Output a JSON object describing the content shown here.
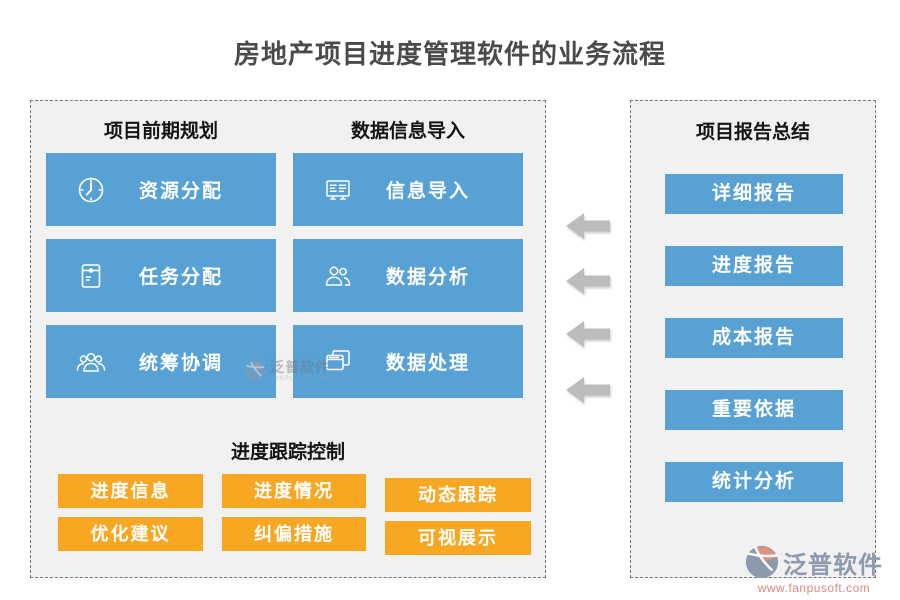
{
  "title": "房地产项目进度管理软件的业务流程",
  "colors": {
    "accent_blue": "#57A1D5",
    "accent_orange": "#F7A722",
    "arrow_gray": "#BCBCBC",
    "panel_bg": "#F1F1F1",
    "dashed_border": "#767676",
    "title_gray": "#4A4A4A",
    "logo_gray_blue": "#8C9AAC",
    "logo_salmon": "#DD9181",
    "url_red": "#D9867D"
  },
  "left_panel": {
    "columns": [
      {
        "header": "项目前期规划",
        "items": [
          {
            "label": "资源分配",
            "icon": "clock-icon"
          },
          {
            "label": "任务分配",
            "icon": "document-wallet-icon"
          },
          {
            "label": "统筹协调",
            "icon": "people-group-icon"
          }
        ]
      },
      {
        "header": "数据信息导入",
        "items": [
          {
            "label": "信息导入",
            "icon": "info-board-icon"
          },
          {
            "label": "数据分析",
            "icon": "two-users-icon"
          },
          {
            "label": "数据处理",
            "icon": "stacked-windows-icon"
          }
        ]
      }
    ],
    "tracking": {
      "header": "进度跟踪控制",
      "buttons": [
        "进度信息",
        "进度情况",
        "动态跟踪",
        "优化建议",
        "纠偏措施",
        "可视展示"
      ]
    }
  },
  "arrows": {
    "count": 4,
    "direction": "left"
  },
  "right_panel": {
    "header": "项目报告总结",
    "buttons": [
      "详细报告",
      "进度报告",
      "成本报告",
      "重要依据",
      "统计分析"
    ]
  },
  "watermark": {
    "text": "泛普软件",
    "subtext": "FANPU SOFTWARE"
  },
  "logo": {
    "text": "泛普软件",
    "url": "www.fanpusoft.com"
  }
}
